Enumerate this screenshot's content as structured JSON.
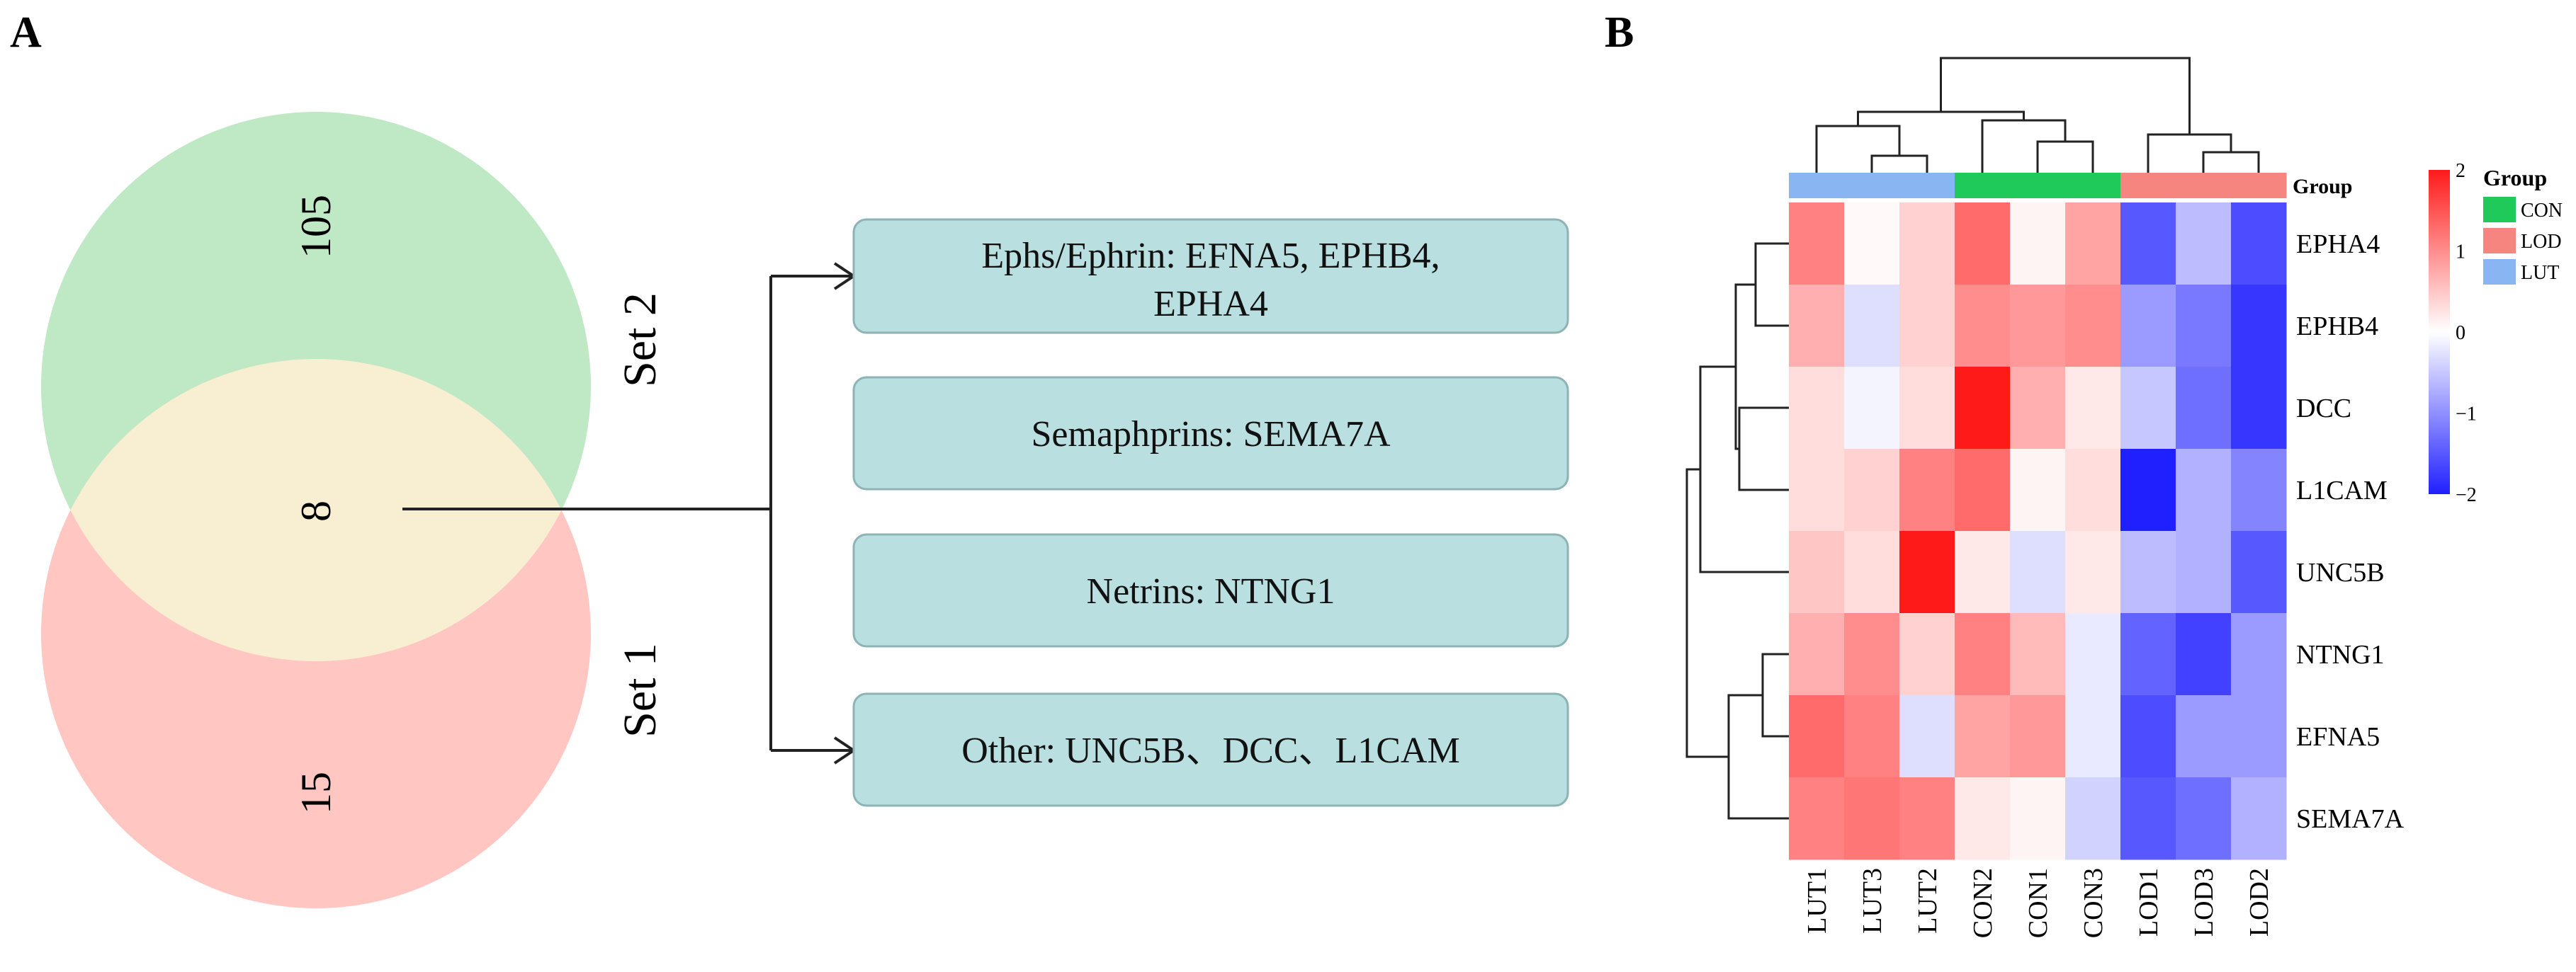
{
  "panel_a": {
    "label": "A",
    "venn": {
      "set2_label": "Set 2",
      "set1_label": "Set 1",
      "set2_only": "105",
      "intersection": "8",
      "set1_only": "15",
      "colors": {
        "set2": "#bfe8c4",
        "set1": "#ffc6c2",
        "overlap": "#f8efd3"
      }
    },
    "boxes": [
      {
        "lines": [
          "Ephs/Ephrin: EFNA5, EPHB4,",
          "EPHA4"
        ]
      },
      {
        "lines": [
          "Semaphprins: SEMA7A"
        ]
      },
      {
        "lines": [
          "Netrins: NTNG1"
        ]
      },
      {
        "lines": [
          "Other: UNC5B、DCC、L1CAM"
        ]
      }
    ],
    "box_color": "#b9dfe0"
  },
  "panel_b": {
    "label": "B",
    "chart_data": {
      "type": "heatmap",
      "columns": [
        "LUT1",
        "LUT3",
        "LUT2",
        "CON2",
        "CON1",
        "CON3",
        "LOD1",
        "LOD3",
        "LOD2"
      ],
      "rows": [
        "EPHA4",
        "EPHB4",
        "DCC",
        "L1CAM",
        "UNC5B",
        "NTNG1",
        "EFNA5",
        "SEMA7A"
      ],
      "column_groups": [
        "LUT",
        "LUT",
        "LUT",
        "CON",
        "CON",
        "CON",
        "LOD",
        "LOD",
        "LOD"
      ],
      "group_annotation_label": "Group",
      "values": [
        [
          1.1,
          0.05,
          0.4,
          1.3,
          0.1,
          0.8,
          -1.5,
          -0.6,
          -1.6
        ],
        [
          0.7,
          -0.3,
          0.4,
          1.0,
          0.9,
          1.0,
          -0.9,
          -1.2,
          -1.8
        ],
        [
          0.3,
          -0.1,
          0.3,
          2.0,
          0.7,
          0.2,
          -0.5,
          -1.3,
          -1.8
        ],
        [
          0.3,
          0.4,
          1.1,
          1.3,
          0.1,
          0.3,
          -2.0,
          -0.7,
          -1.1
        ],
        [
          0.5,
          0.3,
          2.0,
          0.2,
          -0.3,
          0.2,
          -0.6,
          -0.7,
          -1.5
        ],
        [
          0.7,
          1.0,
          0.4,
          1.1,
          0.6,
          -0.2,
          -1.4,
          -1.7,
          -0.9
        ],
        [
          1.3,
          1.1,
          -0.3,
          0.8,
          0.9,
          -0.2,
          -1.6,
          -0.9,
          -0.9
        ],
        [
          1.1,
          1.2,
          1.1,
          0.2,
          0.1,
          -0.4,
          -1.5,
          -1.3,
          -0.7
        ]
      ],
      "color_scale": {
        "min": -2,
        "max": 2,
        "low": "#2020ff",
        "mid": "#ffffff",
        "high": "#ff1a1a"
      },
      "colorbar_ticks": [
        "2",
        "1",
        "0",
        "−1",
        "−2"
      ],
      "legend": {
        "title": "Group",
        "items": [
          {
            "name": "CON",
            "color": "#1fca5b"
          },
          {
            "name": "LOD",
            "color": "#f6857f"
          },
          {
            "name": "LUT",
            "color": "#89b6f3"
          }
        ]
      }
    }
  }
}
